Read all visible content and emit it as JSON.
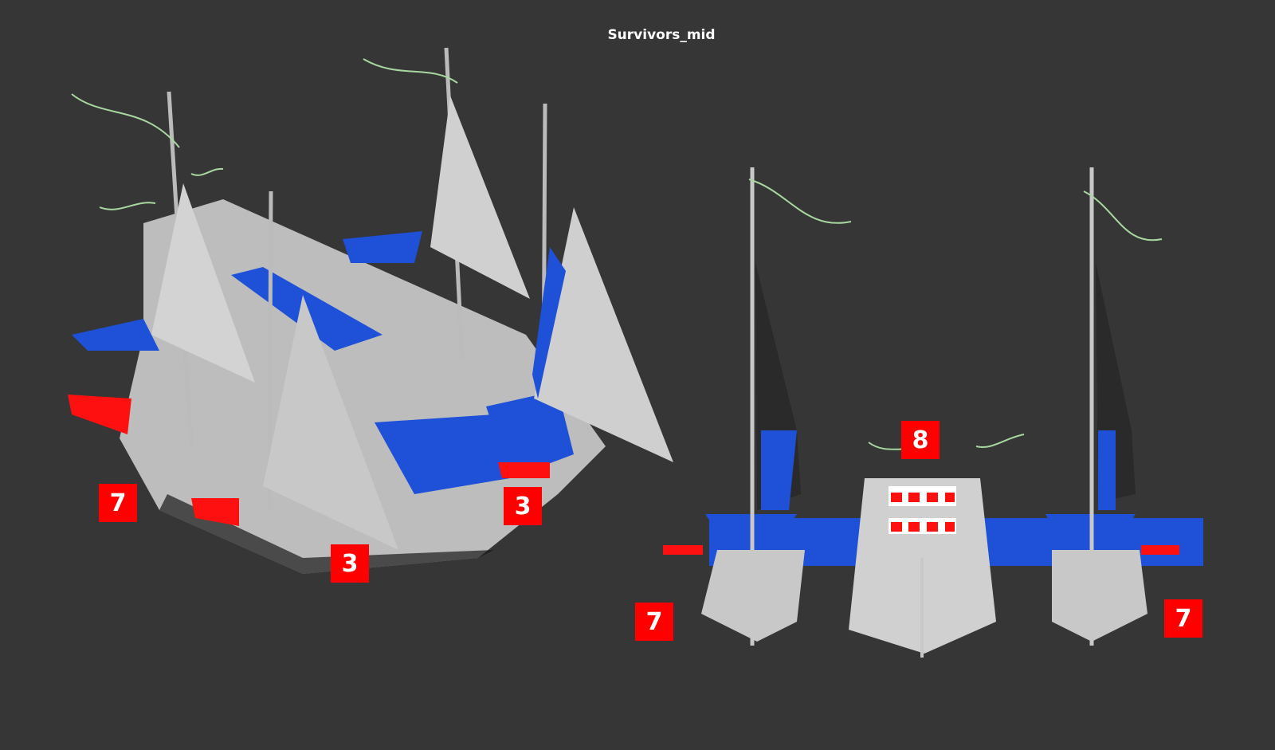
{
  "title": "Survivors_mid",
  "labels": {
    "left_ship_stern_cannons": "7",
    "left_ship_side_cannons_a": "3",
    "left_ship_side_cannons_b": "3",
    "front_view_center": "8",
    "front_view_left": "7",
    "front_view_right": "7"
  },
  "colors": {
    "background": "#363636",
    "hull": "#cfcfcf",
    "accent_blue": "#1e50d8",
    "cannon_red": "#ff0000",
    "flag_green": "#a8d8a0"
  }
}
